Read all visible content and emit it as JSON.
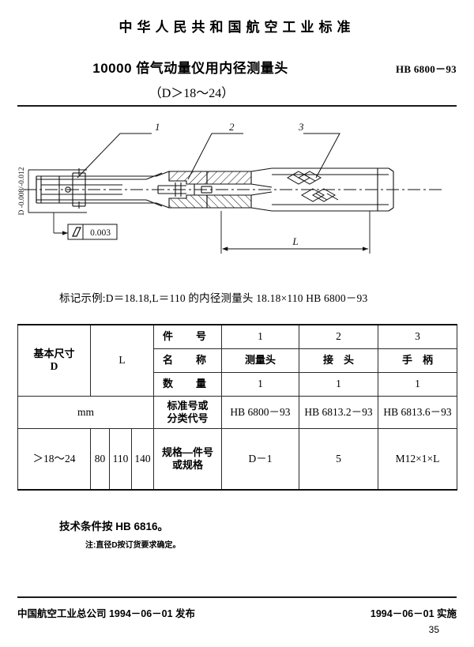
{
  "header": {
    "organization_line": "中华人民共和国航空工业标准",
    "title": "10000 倍气动量仪用内径测量头",
    "standard_number": "HB 6800－93",
    "subtitle": "（D＞18～24）"
  },
  "drawing": {
    "callouts": [
      "1",
      "2",
      "3"
    ],
    "diameter_tolerance": "D  -0.008\n-0.012",
    "diameter_tolerance_flat": "D -0.008/-0.012",
    "gdt_symbol": "parallelism",
    "gdt_value": "0.003",
    "length_label": "L"
  },
  "mark_example": "标记示例:D＝18.18,L＝110 的内径测量头   18.18×110   HB 6800－93",
  "table": {
    "col_basic_size": "基本尺寸\nD",
    "col_basic_size_line1": "基本尺寸",
    "col_basic_size_line2": "D",
    "col_L": "L",
    "unit_row": "mm",
    "row_labels": {
      "part_no": "件　号",
      "name": "名　称",
      "quantity": "数　量",
      "standard_code_l1": "标准号或",
      "standard_code_l2": "分类代号",
      "spec_code_l1": "规格—件号",
      "spec_code_l2": "或规格"
    },
    "part_numbers": [
      "1",
      "2",
      "3"
    ],
    "names": [
      "测量头",
      "接　头",
      "手　柄"
    ],
    "quantities": [
      "1",
      "1",
      "1"
    ],
    "standard_codes": [
      "HB 6800－93",
      "HB 6813.2－93",
      "HB 6813.6－93"
    ],
    "spec_codes": [
      "D－1",
      "5",
      "M12×1×L"
    ],
    "basic_size_value": "＞18～24",
    "L_values": [
      "80",
      "110",
      "140"
    ]
  },
  "notes": {
    "tech_condition": "技术条件按 HB 6816。",
    "footnote": "注:直径D按订货要求确定。"
  },
  "footer": {
    "publisher": "中国航空工业总公司 1994－06－01 发布",
    "implementation": "1994－06－01 实施",
    "page_number": "35"
  }
}
